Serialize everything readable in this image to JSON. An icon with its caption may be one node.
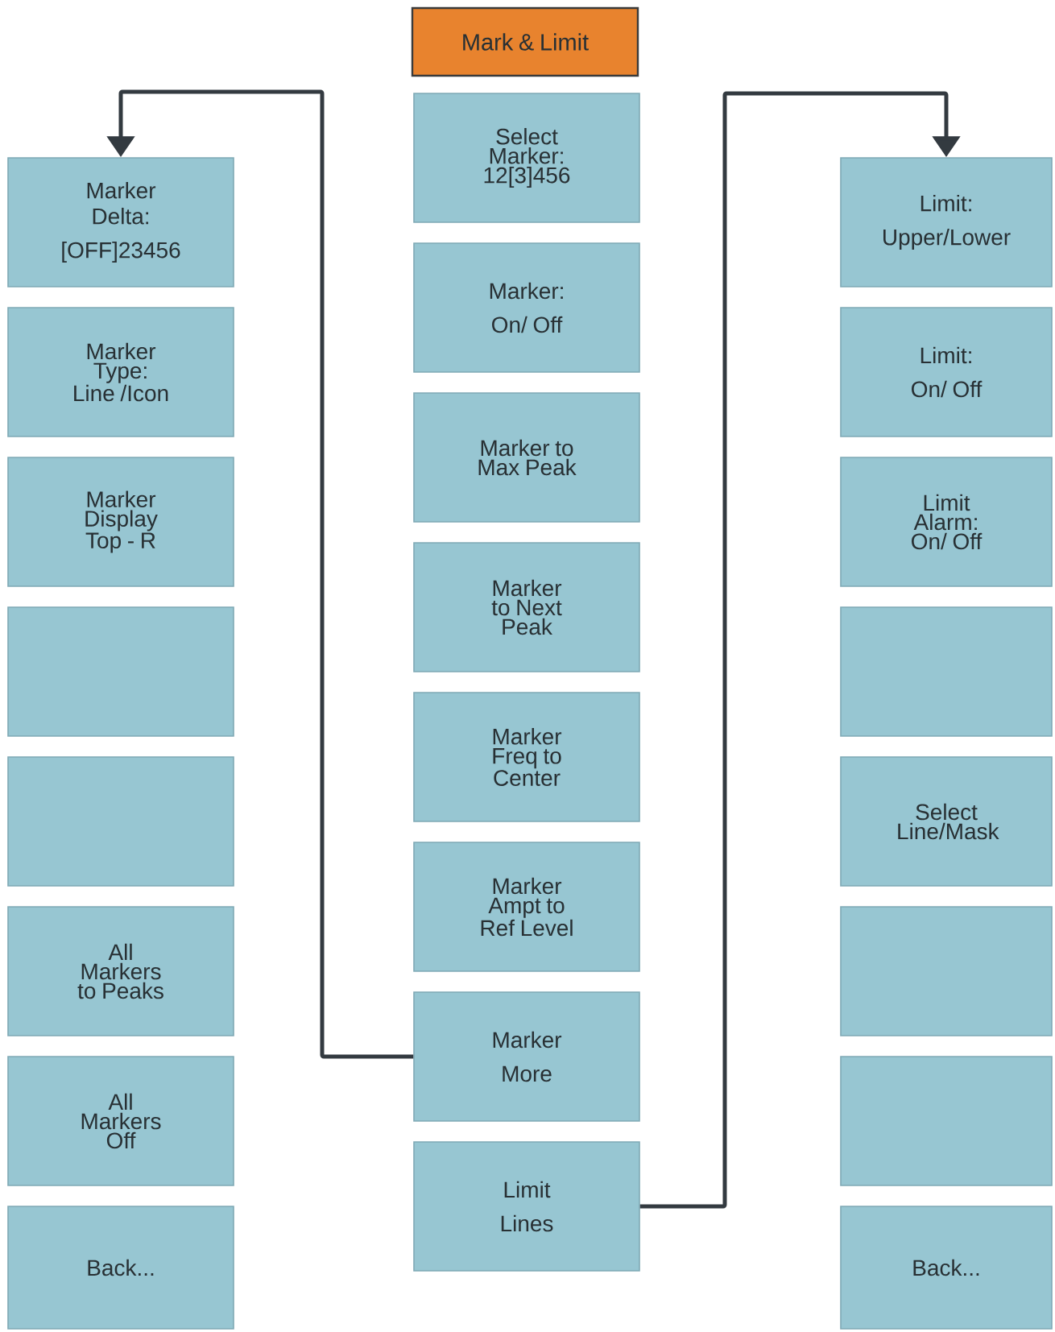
{
  "diagram": {
    "nodes": [
      {
        "text": [
          "Mark & Limit"
        ]
      },
      {
        "text": [
          "Select Marker: 12[3]456"
        ]
      },
      {
        "text": [
          "Marker:",
          "On/ Off"
        ]
      },
      {
        "text": [
          "Marker to Max Peak"
        ]
      },
      {
        "text": [
          "Marker to Next Peak"
        ]
      },
      {
        "text": [
          "Marker Freq to Center"
        ]
      },
      {
        "text": [
          "Marker Ampt to Ref Level"
        ]
      },
      {
        "text": [
          "Marker",
          "More"
        ]
      },
      {
        "text": [
          "Limit",
          "Lines"
        ]
      },
      {
        "text": [
          "Marker Delta:",
          "[OFF]23456"
        ]
      },
      {
        "text": [
          "Marker Type: Line /Icon"
        ]
      },
      {
        "text": [
          "Marker Display Top - R"
        ]
      },
      {
        "text": [],
        "shape": "box"
      },
      {
        "text": [],
        "shape": "box"
      },
      {
        "text": [
          "All Markers to Peaks"
        ]
      },
      {
        "text": [
          "All Markers Off"
        ]
      },
      {
        "text": [
          "Back..."
        ]
      },
      {
        "text": [
          "Limit:",
          "Upper/Lower"
        ]
      },
      {
        "text": [
          "Limit:",
          "On/ Off"
        ]
      },
      {
        "text": [
          "Limit Alarm: On/ Off"
        ]
      },
      {
        "text": [],
        "shape": "box"
      },
      {
        "text": [
          "Select Line/Mask"
        ]
      },
      {
        "text": [],
        "shape": "box"
      },
      {
        "text": [],
        "shape": "box"
      },
      {
        "text": [
          "Back..."
        ]
      }
    ],
    "edges": [
      {
        "from": 7,
        "to": 9,
        "arrow": "to"
      },
      {
        "from": 8,
        "to": 17,
        "arrow": "to"
      }
    ]
  }
}
